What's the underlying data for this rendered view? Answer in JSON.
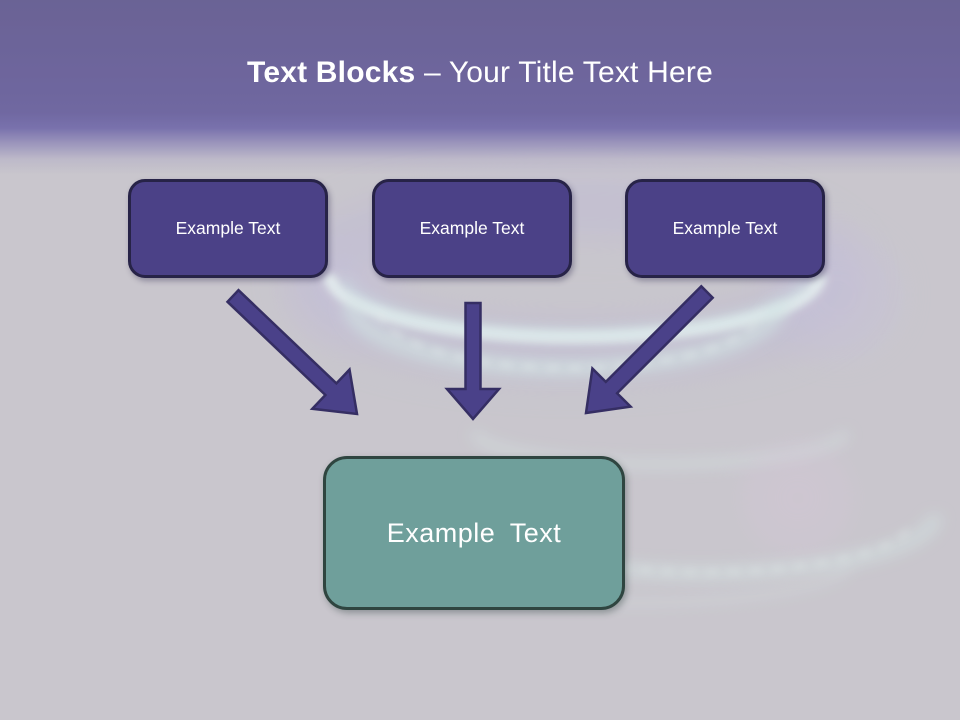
{
  "title": {
    "bold_part": "Text Blocks",
    "regular_part": "– Your Title Text Here"
  },
  "blocks": {
    "top": [
      {
        "label": "Example Text"
      },
      {
        "label": "Example Text"
      },
      {
        "label": "Example Text"
      }
    ],
    "bottom": {
      "label": "Example Text"
    }
  },
  "colors": {
    "header_purple": "#4e4490",
    "background_grey": "#c9c7cd",
    "block_fill": "#4b4187",
    "block_border": "#272347",
    "teal_fill": "#6f9f9b",
    "teal_border": "#2f4540",
    "arrow_fill": "#4a4189",
    "arrow_stroke": "#352e63",
    "title_text": "#ffffff",
    "flame_cyan": "#e8f8f6",
    "flame_glow": "#b9b3d8"
  }
}
